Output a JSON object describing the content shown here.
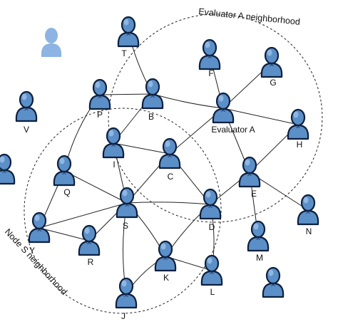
{
  "neighborhoods": [
    {
      "id": "A",
      "label": "Evaluator A neighborhood"
    },
    {
      "id": "S",
      "label": "Node S neighborhood"
    }
  ],
  "colors": {
    "node_fill": "#5b8fc8",
    "node_fill_light": "#9cc0e8",
    "node_stroke": "#0d1f3d",
    "faded_node": "#8db4e2"
  },
  "nodes": [
    {
      "id": "T",
      "label": "T"
    },
    {
      "id": "F",
      "label": "F"
    },
    {
      "id": "G",
      "label": "G"
    },
    {
      "id": "P",
      "label": "P"
    },
    {
      "id": "B",
      "label": "B"
    },
    {
      "id": "A",
      "label": "Evaluator A"
    },
    {
      "id": "H",
      "label": "H"
    },
    {
      "id": "V",
      "label": "V"
    },
    {
      "id": "I",
      "label": "I"
    },
    {
      "id": "C",
      "label": "C"
    },
    {
      "id": "Q",
      "label": "Q"
    },
    {
      "id": "E",
      "label": "E"
    },
    {
      "id": "S",
      "label": "S"
    },
    {
      "id": "D",
      "label": "D"
    },
    {
      "id": "N",
      "label": "N"
    },
    {
      "id": "Y",
      "label": "Y"
    },
    {
      "id": "R",
      "label": "R"
    },
    {
      "id": "M",
      "label": "M"
    },
    {
      "id": "K",
      "label": "K"
    },
    {
      "id": "L",
      "label": "L"
    },
    {
      "id": "J",
      "label": "J"
    },
    {
      "id": "U",
      "label": ""
    },
    {
      "id": "W",
      "label": ""
    },
    {
      "id": "Z",
      "label": ""
    }
  ],
  "edges": [
    [
      "T",
      "B"
    ],
    [
      "P",
      "B"
    ],
    [
      "P",
      "Q"
    ],
    [
      "B",
      "A"
    ],
    [
      "B",
      "I"
    ],
    [
      "F",
      "A"
    ],
    [
      "G",
      "A"
    ],
    [
      "A",
      "H"
    ],
    [
      "A",
      "C"
    ],
    [
      "A",
      "E"
    ],
    [
      "H",
      "E"
    ],
    [
      "I",
      "C"
    ],
    [
      "I",
      "S"
    ],
    [
      "C",
      "S"
    ],
    [
      "C",
      "D"
    ],
    [
      "Q",
      "Y"
    ],
    [
      "Q",
      "S"
    ],
    [
      "S",
      "Y"
    ],
    [
      "S",
      "R"
    ],
    [
      "S",
      "D"
    ],
    [
      "S",
      "J"
    ],
    [
      "S",
      "K"
    ],
    [
      "D",
      "E"
    ],
    [
      "D",
      "K"
    ],
    [
      "E",
      "N"
    ],
    [
      "E",
      "M"
    ],
    [
      "K",
      "J"
    ],
    [
      "K",
      "L"
    ],
    [
      "D",
      "L"
    ],
    [
      "Y",
      "R"
    ]
  ]
}
